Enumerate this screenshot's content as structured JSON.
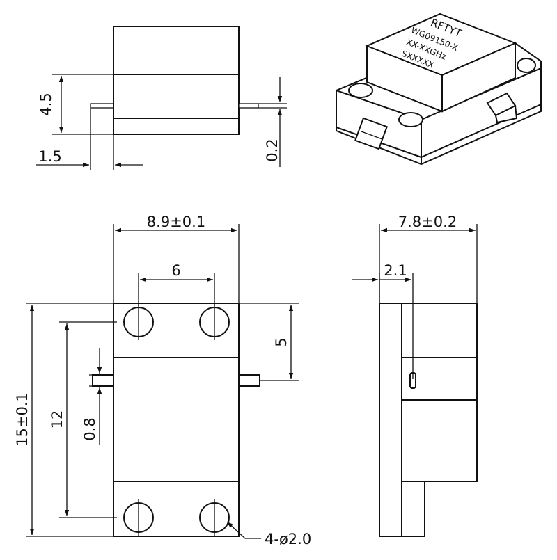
{
  "drawing": {
    "dims": {
      "side_height": "4.5",
      "side_pin_offset": "1.5",
      "side_pin_thickness": "0.2",
      "front_width": "8.9±0.1",
      "front_hole_spacing": "6",
      "front_pin_position": "5",
      "front_height": "15±0.1",
      "front_hole_vspacing": "12",
      "front_pin_width": "0.8",
      "front_holes": "4-ø2.0",
      "right_width": "7.8±0.2",
      "right_offset": "2.1"
    },
    "label": {
      "brand": "RFTYT",
      "model": "WG09150-X",
      "freq": "XX-XXGHz",
      "serial": "SXXXXX"
    },
    "colors": {
      "line": "#111111",
      "paper": "#ffffff"
    }
  }
}
